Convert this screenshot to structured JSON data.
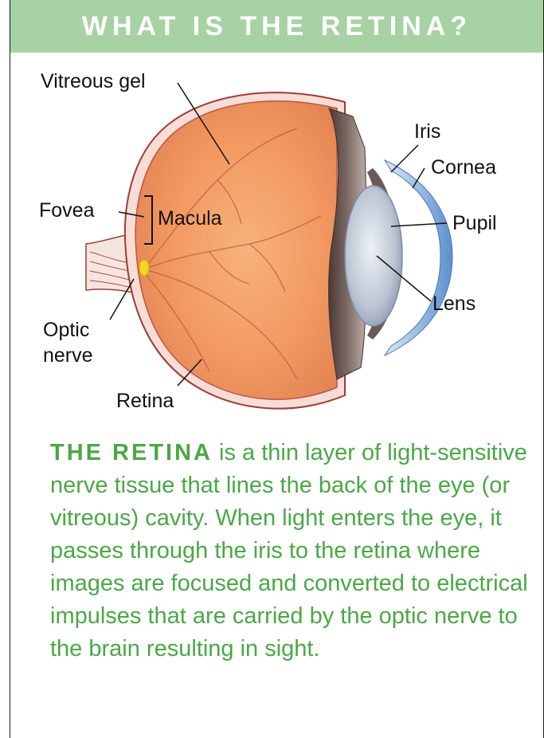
{
  "header": {
    "title": "WHAT IS THE RETINA?"
  },
  "diagram": {
    "labels": {
      "vitreous_gel": "Vitreous gel",
      "iris": "Iris",
      "cornea": "Cornea",
      "fovea": "Fovea",
      "macula": "Macula",
      "pupil": "Pupil",
      "lens": "Lens",
      "optic_nerve_line1": "Optic",
      "optic_nerve_line2": "nerve",
      "retina": "Retina"
    }
  },
  "description": {
    "lead": "THE RETINA",
    "body": " is a thin layer of light-sensitive nerve tissue that lines the back of the eye (or vitreous) cavity. When light enters the eye, it passes through the iris to the retina where images are focused and converted to electrical impulses that are carried by the optic nerve to the brain resulting in sight."
  },
  "colors": {
    "banner_bg": "#a7d2a3",
    "text_green": "#4aa845",
    "eyeball_core": "#f4a06b",
    "eyeball_edge": "#e0804c",
    "cornea_blue": "#9cc0e6",
    "lens_grey": "#b9c3d2",
    "macula_yellow": "#f2d81c"
  }
}
